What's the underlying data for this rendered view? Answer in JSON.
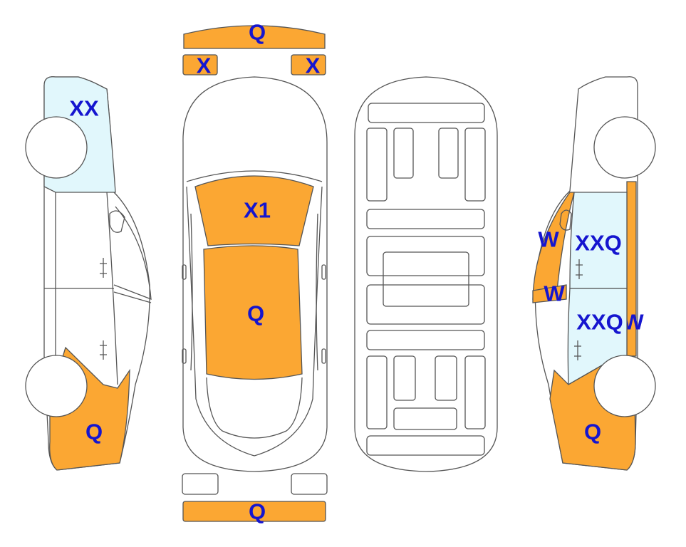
{
  "colors": {
    "damage": "#FBA733",
    "glass": "#E1F7FC",
    "label": "#1515CF",
    "line": "#555555",
    "background": "#FFFFFF"
  },
  "labels": {
    "front_bumper": "Q",
    "headlight_left": "X",
    "headlight_right": "X",
    "windshield": "X1",
    "roof": "Q",
    "rear_bumper": "Q",
    "left_rear_window": "XX",
    "left_front_section": "Q",
    "right_pillar_upper": "W",
    "right_pillar_lower": "W",
    "right_rear_window": "XXQ",
    "right_front_window": "XXQ",
    "right_edge": "W",
    "right_front_section": "Q"
  }
}
